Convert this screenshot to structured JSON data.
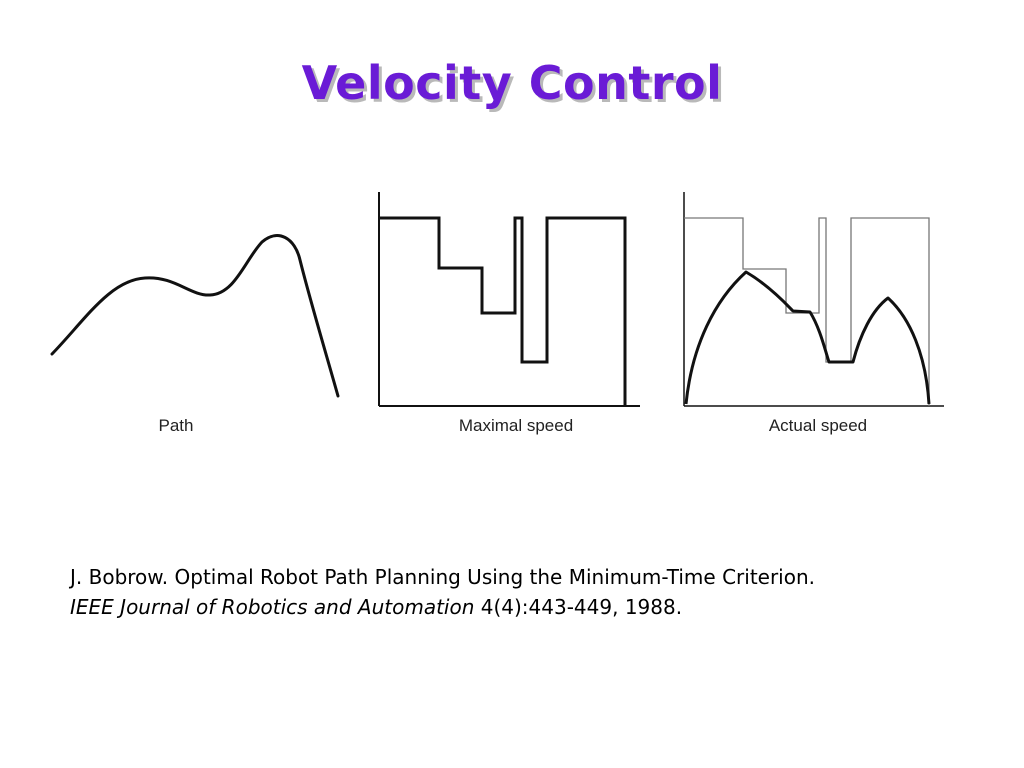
{
  "slide": {
    "title": "Velocity Control",
    "title_color": "#6A1BD6"
  },
  "figure": {
    "panels": [
      {
        "label": "Path"
      },
      {
        "label": "Maximal speed"
      },
      {
        "label": "Actual speed"
      }
    ]
  },
  "citation": {
    "line1": "J. Bobrow. Optimal Robot Path Planning Using the Minimum-Time Criterion.",
    "journal": "IEEE Journal of Robotics and Automation",
    "details": " 4(4):443-449, 1988."
  }
}
